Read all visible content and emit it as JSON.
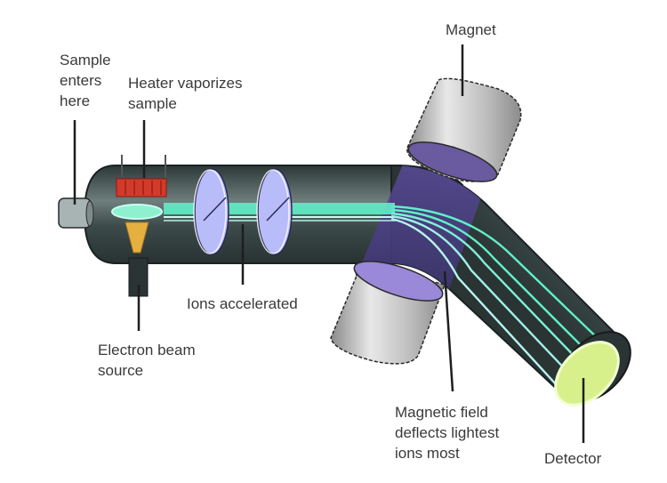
{
  "title": "Mass spectrometer",
  "labels": {
    "magnet": "Magnet",
    "sample_enters": "Sample\nenters\nhere",
    "heater": "Heater vaporizes\nsample",
    "ions_accelerated": "Ions accelerated",
    "electron_beam": "Electron beam\nsource",
    "magnetic_field": "Magnetic field\ndeflects lightest\nions most",
    "detector": "Detector"
  },
  "colors": {
    "tube": "#3c4a4a",
    "tube_highlight": "#6e7e7c",
    "beam": "#5ff0c8",
    "beam_light": "#c8fff0",
    "plate": "#b8bcf8",
    "magnet_body": "#c9c9c9",
    "magnet_face": "#6a5aa0",
    "field_glow": "#b9a8f0",
    "heater": "#d23b2b",
    "filament": "#e6b040",
    "detector": "#d8f08c",
    "leader": "#1e1e1e"
  }
}
